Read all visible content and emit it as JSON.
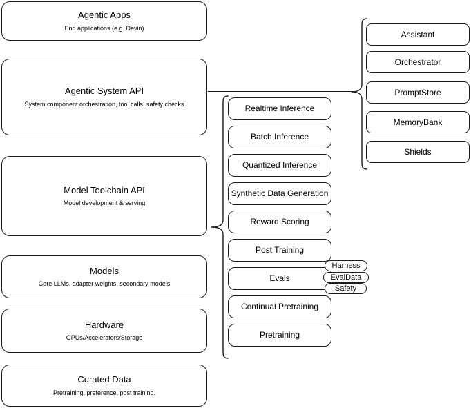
{
  "diagram": {
    "title": "AI stack layered architecture diagram",
    "stroke_color": "#1b1b1b",
    "background_color": "#ffffff",
    "layers": [
      {
        "title": "Agentic Apps",
        "subtitle": "End applications (e.g. Devin)"
      },
      {
        "title": "Agentic System API",
        "subtitle": "System component orchestration, tool calls, safety checks"
      },
      {
        "title": "Model Toolchain API",
        "subtitle": "Model development & serving"
      },
      {
        "title": "Models",
        "subtitle": "Core LLMs, adapter weights, secondary models"
      },
      {
        "title": "Hardware",
        "subtitle": "GPUs/Accelerators/Storage"
      },
      {
        "title": "Curated Data",
        "subtitle": "Pretraining, preference, post training."
      }
    ],
    "toolchain_capabilities": [
      {
        "label": "Realtime Inference"
      },
      {
        "label": "Batch Inference"
      },
      {
        "label": "Quantized Inference"
      },
      {
        "label": "Synthetic Data Generation"
      },
      {
        "label": "Reward Scoring"
      },
      {
        "label": "Post Training"
      },
      {
        "label": "Evals"
      },
      {
        "label": "Continual Pretraining"
      },
      {
        "label": "Pretraining"
      }
    ],
    "evals_tags": [
      {
        "label": "Harness"
      },
      {
        "label": "EvalData"
      },
      {
        "label": "Safety"
      }
    ],
    "system_components": [
      {
        "label": "Assistant"
      },
      {
        "label": "Orchestrator"
      },
      {
        "label": "PromptStore"
      },
      {
        "label": "MemoryBank"
      },
      {
        "label": "Shields"
      }
    ]
  }
}
